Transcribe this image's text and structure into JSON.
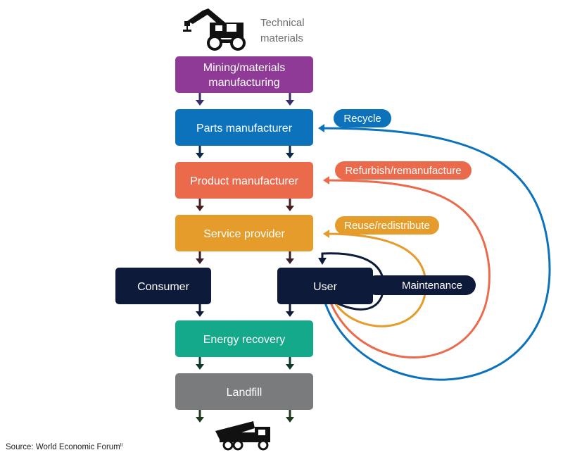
{
  "header": {
    "title_line1": "Technical",
    "title_line2": "materials"
  },
  "stages": {
    "mining": "Mining/materials",
    "mining_line2": "manufacturing",
    "parts": "Parts manufacturer",
    "product": "Product manufacturer",
    "service": "Service provider",
    "consumer": "Consumer",
    "user": "User",
    "energy": "Energy recovery",
    "landfill": "Landfill"
  },
  "loops": {
    "recycle": "Recycle",
    "refurbish": "Refurbish/remanufacture",
    "reuse": "Reuse/redistribute",
    "maintenance": "Maintenance"
  },
  "colors": {
    "mining": "#8e3a96",
    "parts": "#0b72bb",
    "product": "#ec6a4c",
    "service": "#e59c2a",
    "dark": "#0e1a3a",
    "energy": "#14a98a",
    "landfill": "#7a7b7d",
    "recycle": "#0b72bb",
    "refurbish": "#ec6a4c",
    "reuse": "#e59c2a",
    "maintenance": "#0e1a3a"
  },
  "icons": {
    "top": "excavator-icon",
    "bottom": "dump-truck-icon"
  },
  "footer": {
    "source": "Source: World Economic Forum",
    "source_mark": "II"
  }
}
